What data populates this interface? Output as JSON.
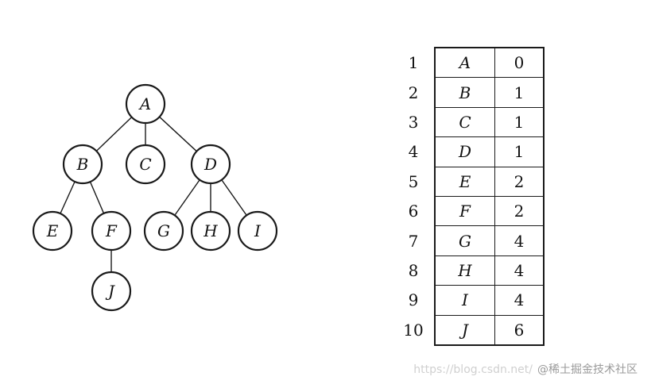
{
  "tree": {
    "nodes": [
      {
        "id": "A",
        "label": "A"
      },
      {
        "id": "B",
        "label": "B"
      },
      {
        "id": "C",
        "label": "C"
      },
      {
        "id": "D",
        "label": "D"
      },
      {
        "id": "E",
        "label": "E"
      },
      {
        "id": "F",
        "label": "F"
      },
      {
        "id": "G",
        "label": "G"
      },
      {
        "id": "H",
        "label": "H"
      },
      {
        "id": "I",
        "label": "I"
      },
      {
        "id": "J",
        "label": "J"
      }
    ],
    "edges": [
      [
        "A",
        "B"
      ],
      [
        "A",
        "C"
      ],
      [
        "A",
        "D"
      ],
      [
        "B",
        "E"
      ],
      [
        "B",
        "F"
      ],
      [
        "D",
        "G"
      ],
      [
        "D",
        "H"
      ],
      [
        "D",
        "I"
      ],
      [
        "F",
        "J"
      ]
    ]
  },
  "table": {
    "rows": [
      {
        "index": "1",
        "data": "A",
        "parent": "0"
      },
      {
        "index": "2",
        "data": "B",
        "parent": "1"
      },
      {
        "index": "3",
        "data": "C",
        "parent": "1"
      },
      {
        "index": "4",
        "data": "D",
        "parent": "1"
      },
      {
        "index": "5",
        "data": "E",
        "parent": "2"
      },
      {
        "index": "6",
        "data": "F",
        "parent": "2"
      },
      {
        "index": "7",
        "data": "G",
        "parent": "4"
      },
      {
        "index": "8",
        "data": "H",
        "parent": "4"
      },
      {
        "index": "9",
        "data": "I",
        "parent": "4"
      },
      {
        "index": "10",
        "data": "J",
        "parent": "6"
      }
    ]
  },
  "watermark": {
    "url_text": "https://blog.csdn.net/",
    "brand_text": "@稀土掘金技术社区"
  }
}
